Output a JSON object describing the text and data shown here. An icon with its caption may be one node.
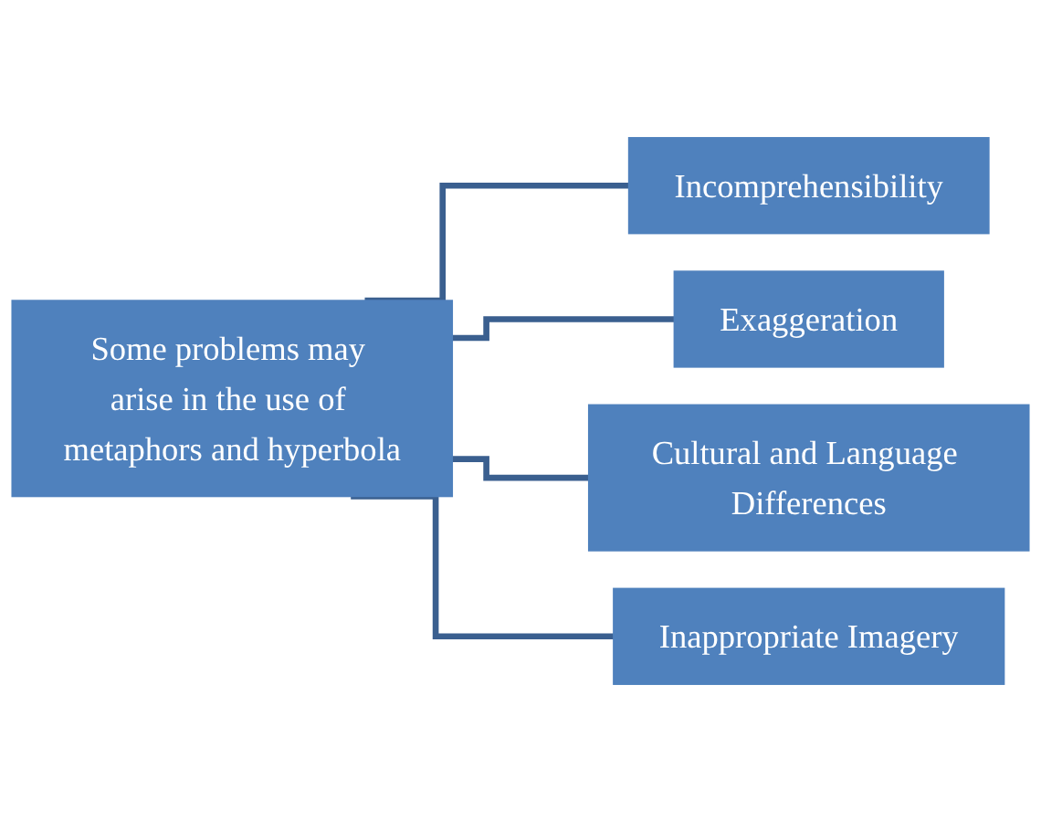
{
  "diagram": {
    "nodes": [
      {
        "text": [
          "Some problems may arise in the use of metaphors and hyperbola"
        ]
      },
      {
        "text": [
          "Incomprehensibility"
        ]
      },
      {
        "text": [
          "Exaggeration"
        ]
      },
      {
        "text": [
          "Cultural and Language Differences"
        ]
      },
      {
        "text": [
          "Inappropriate Imagery"
        ]
      }
    ],
    "edges": [
      {
        "from": 0,
        "to": 1,
        "arrow": "none"
      },
      {
        "from": 0,
        "to": 2,
        "arrow": "none"
      },
      {
        "from": 0,
        "to": 3,
        "arrow": "none"
      },
      {
        "from": 0,
        "to": 4,
        "arrow": "none"
      }
    ]
  }
}
